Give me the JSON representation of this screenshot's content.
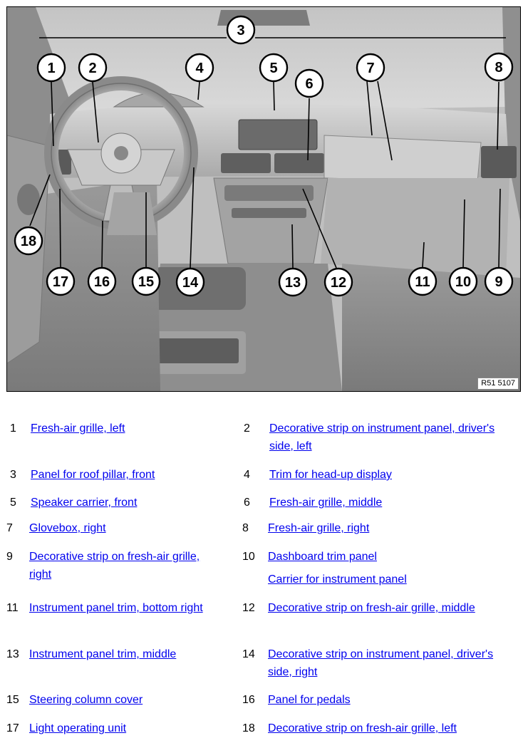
{
  "figure": {
    "ref_code": "R51 5107",
    "callouts": [
      "1",
      "2",
      "3",
      "4",
      "5",
      "6",
      "7",
      "8",
      "9",
      "10",
      "11",
      "12",
      "13",
      "14",
      "15",
      "16",
      "17",
      "18"
    ]
  },
  "legend": [
    {
      "num": "1",
      "label": "Fresh-air grille, left"
    },
    {
      "num": "2",
      "label": "Decorative strip on instrument panel, driver's side, left"
    },
    {
      "num": "3",
      "label": "Panel for roof pillar, front"
    },
    {
      "num": "4",
      "label": "Trim for head-up display"
    },
    {
      "num": "5",
      "label": "Speaker carrier, front"
    },
    {
      "num": "6",
      "label": "Fresh-air grille, middle"
    },
    {
      "num": "7",
      "label": "Glovebox, right"
    },
    {
      "num": "8",
      "label": "Fresh-air grille, right"
    },
    {
      "num": "9",
      "label": "Decorative strip on fresh-air grille, right"
    },
    {
      "num": "10",
      "label": "Dashboard trim panel",
      "label2": "Carrier for instrument panel"
    },
    {
      "num": "11",
      "label": "Instrument panel trim, bottom right"
    },
    {
      "num": "12",
      "label": "Decorative strip on fresh-air grille, middle"
    },
    {
      "num": "13",
      "label": "Instrument panel trim, middle"
    },
    {
      "num": "14",
      "label": "Decorative strip on instrument panel, driver's side, right"
    },
    {
      "num": "15",
      "label": "Steering column cover"
    },
    {
      "num": "16",
      "label": "Panel for pedals"
    },
    {
      "num": "17",
      "label": "Light operating unit"
    },
    {
      "num": "18",
      "label": "Decorative strip on fresh-air grille, left"
    }
  ]
}
